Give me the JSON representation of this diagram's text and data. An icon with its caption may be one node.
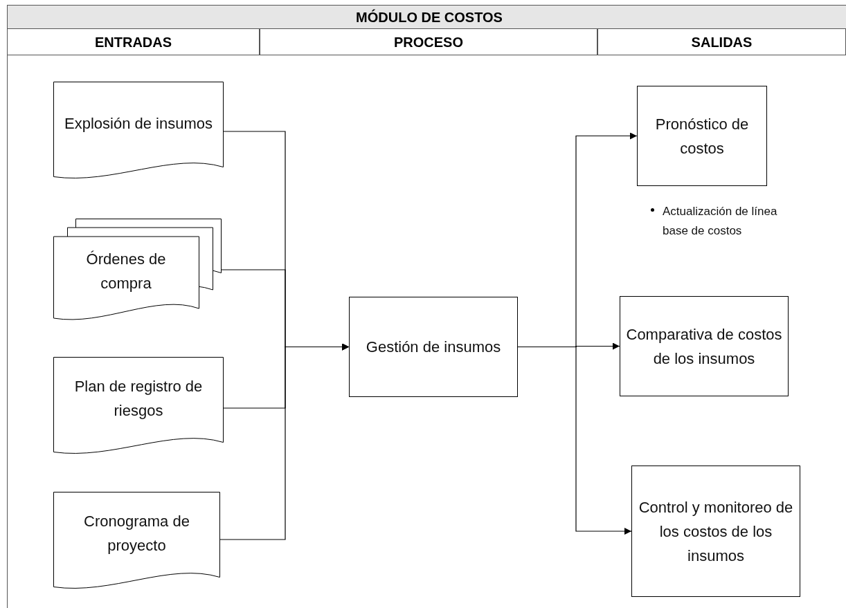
{
  "diagram": {
    "title": "MÓDULO DE COSTOS",
    "nodes": [
      {
        "text": [
          "Explosión de insumos"
        ]
      },
      {
        "text": [
          "Órdenes de compra"
        ]
      },
      {
        "text": [
          "Plan de registro de riesgos"
        ]
      },
      {
        "text": [
          "Cronograma de proyecto"
        ]
      },
      {
        "text": [
          "Gestión de insumos"
        ]
      },
      {
        "text": [
          "Pronóstico de costos"
        ],
        "beside": [
          "Actualización de línea base de costos"
        ]
      },
      {
        "text": [
          "Comparativa de costos de los insumos"
        ]
      },
      {
        "text": [
          "Control y monitoreo de los costos de los insumos"
        ]
      }
    ],
    "edges": [
      {
        "from": 0,
        "to": 4,
        "arrow": "to"
      },
      {
        "from": 1,
        "to": 4,
        "arrow": "to"
      },
      {
        "from": 2,
        "to": 4,
        "arrow": "to"
      },
      {
        "from": 3,
        "to": 4,
        "arrow": "to"
      },
      {
        "from": 4,
        "to": 5,
        "arrow": "to"
      },
      {
        "from": 4,
        "to": 6,
        "arrow": "to"
      },
      {
        "from": 4,
        "to": 7,
        "arrow": "to"
      }
    ],
    "labels": [
      "ENTRADAS",
      "PROCESO",
      "SALIDAS"
    ]
  }
}
